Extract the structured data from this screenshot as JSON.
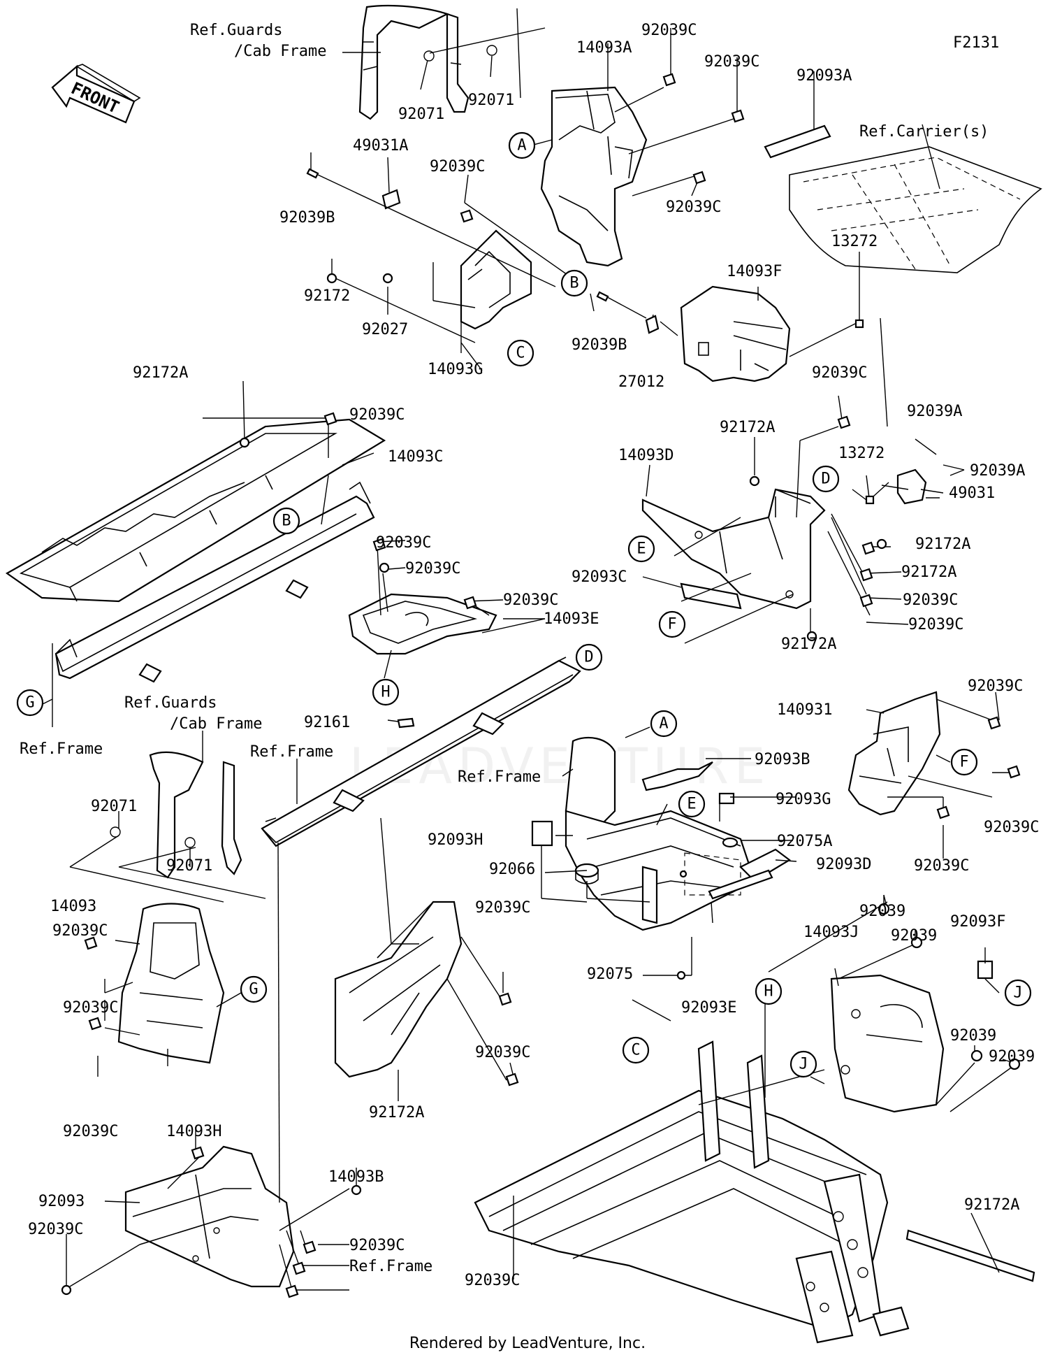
{
  "figure_id": "F2131",
  "front_label": "FRONT",
  "footer": "Rendered by LeadVenture, Inc.",
  "watermark": "LEADVENTURE",
  "labels": [
    {
      "id": "l1",
      "text": "Ref.Guards"
    },
    {
      "id": "l2",
      "text": "/Cab Frame"
    },
    {
      "id": "l3",
      "text": "92071"
    },
    {
      "id": "l4",
      "text": "92071"
    },
    {
      "id": "l5",
      "text": "14093A"
    },
    {
      "id": "l6",
      "text": "92039C"
    },
    {
      "id": "l7",
      "text": "92039C"
    },
    {
      "id": "l8",
      "text": "92093A"
    },
    {
      "id": "l9",
      "text": "Ref.Carrier(s)"
    },
    {
      "id": "l10",
      "text": "49031A"
    },
    {
      "id": "l11",
      "text": "92039C"
    },
    {
      "id": "l12",
      "text": "92039B"
    },
    {
      "id": "l13",
      "text": "92039C"
    },
    {
      "id": "l14",
      "text": "92172"
    },
    {
      "id": "l15",
      "text": "92027"
    },
    {
      "id": "l16",
      "text": "14093G"
    },
    {
      "id": "l17",
      "text": "92039B"
    },
    {
      "id": "l18",
      "text": "27012"
    },
    {
      "id": "l19",
      "text": "14093F"
    },
    {
      "id": "l20",
      "text": "13272"
    },
    {
      "id": "l21",
      "text": "92172A"
    },
    {
      "id": "l22",
      "text": "92039C"
    },
    {
      "id": "l23",
      "text": "14093C"
    },
    {
      "id": "l24",
      "text": "92039C"
    },
    {
      "id": "l25",
      "text": "92172A"
    },
    {
      "id": "l26",
      "text": "14093D"
    },
    {
      "id": "l27",
      "text": "92039A"
    },
    {
      "id": "l28",
      "text": "13272"
    },
    {
      "id": "l29",
      "text": "92039A"
    },
    {
      "id": "l30",
      "text": "49031"
    },
    {
      "id": "l31",
      "text": "92039C"
    },
    {
      "id": "l32",
      "text": "92172A"
    },
    {
      "id": "l33",
      "text": "92039C"
    },
    {
      "id": "l34",
      "text": "92093C"
    },
    {
      "id": "l35",
      "text": "92172A"
    },
    {
      "id": "l36",
      "text": "92039C"
    },
    {
      "id": "l37",
      "text": "14093E"
    },
    {
      "id": "l38",
      "text": "92039C"
    },
    {
      "id": "l39",
      "text": "92039C"
    },
    {
      "id": "l40",
      "text": "92172A"
    },
    {
      "id": "l41",
      "text": "Ref.Frame"
    },
    {
      "id": "l42",
      "text": "Ref.Guards"
    },
    {
      "id": "l43",
      "text": "/Cab Frame"
    },
    {
      "id": "l44",
      "text": "92161"
    },
    {
      "id": "l45",
      "text": "Ref.Frame"
    },
    {
      "id": "l46",
      "text": "92039C"
    },
    {
      "id": "l47",
      "text": "140931"
    },
    {
      "id": "l48",
      "text": "Ref.Frame"
    },
    {
      "id": "l49",
      "text": "92093B"
    },
    {
      "id": "l50",
      "text": "92071"
    },
    {
      "id": "l51",
      "text": "92071"
    },
    {
      "id": "l52",
      "text": "92093H"
    },
    {
      "id": "l53",
      "text": "92093G"
    },
    {
      "id": "l54",
      "text": "92039C"
    },
    {
      "id": "l55",
      "text": "92075A"
    },
    {
      "id": "l56",
      "text": "92093D"
    },
    {
      "id": "l57",
      "text": "92039C"
    },
    {
      "id": "l58",
      "text": "14093"
    },
    {
      "id": "l59",
      "text": "92039C"
    },
    {
      "id": "l60",
      "text": "92066"
    },
    {
      "id": "l61",
      "text": "92039C"
    },
    {
      "id": "l62",
      "text": "92093F"
    },
    {
      "id": "l63",
      "text": "92075"
    },
    {
      "id": "l64",
      "text": "92039"
    },
    {
      "id": "l65",
      "text": "92039"
    },
    {
      "id": "l66",
      "text": "14093J"
    },
    {
      "id": "l67",
      "text": "92093E"
    },
    {
      "id": "l68",
      "text": "92039C"
    },
    {
      "id": "l69",
      "text": "92039"
    },
    {
      "id": "l70",
      "text": "92039"
    },
    {
      "id": "l71",
      "text": "92039C"
    },
    {
      "id": "l72",
      "text": "92039C"
    },
    {
      "id": "l73",
      "text": "14093H"
    },
    {
      "id": "l74",
      "text": "92172A"
    },
    {
      "id": "l75",
      "text": "14093B"
    },
    {
      "id": "l76",
      "text": "92093"
    },
    {
      "id": "l77",
      "text": "92172A"
    },
    {
      "id": "l78",
      "text": "92039C"
    },
    {
      "id": "l79",
      "text": "92039C"
    },
    {
      "id": "l80",
      "text": "Ref.Frame"
    },
    {
      "id": "l81",
      "text": "92039C"
    }
  ],
  "callouts": [
    {
      "id": "cA1",
      "letter": "A"
    },
    {
      "id": "cB1",
      "letter": "B"
    },
    {
      "id": "cC1",
      "letter": "C"
    },
    {
      "id": "cB2",
      "letter": "B"
    },
    {
      "id": "cD1",
      "letter": "D"
    },
    {
      "id": "cE1",
      "letter": "E"
    },
    {
      "id": "cF1",
      "letter": "F"
    },
    {
      "id": "cG1",
      "letter": "G"
    },
    {
      "id": "cH1",
      "letter": "H"
    },
    {
      "id": "cD2",
      "letter": "D"
    },
    {
      "id": "cA2",
      "letter": "A"
    },
    {
      "id": "cE2",
      "letter": "E"
    },
    {
      "id": "cF2",
      "letter": "F"
    },
    {
      "id": "cG2",
      "letter": "G"
    },
    {
      "id": "cH2",
      "letter": "H"
    },
    {
      "id": "cC2",
      "letter": "C"
    },
    {
      "id": "cJ1",
      "letter": "J"
    },
    {
      "id": "cJ2",
      "letter": "J"
    }
  ]
}
